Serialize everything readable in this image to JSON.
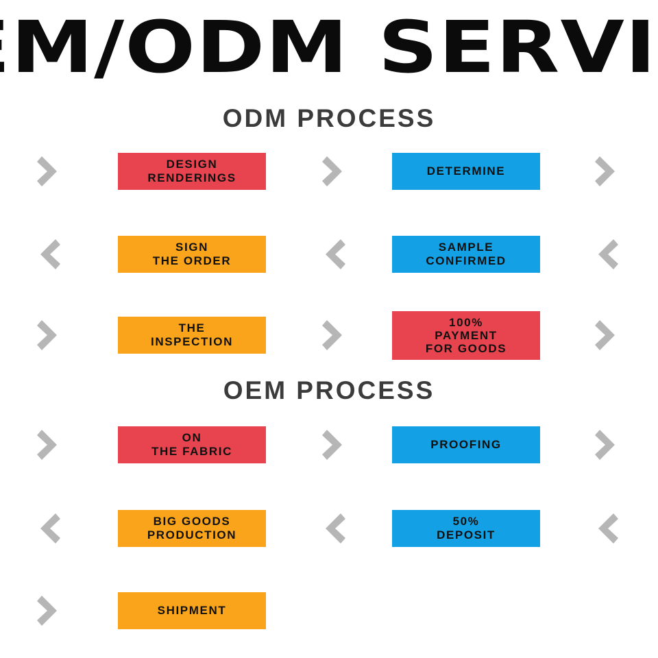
{
  "banner": {
    "title": "OEM/ODM SERVICE",
    "color": "#0b0b0b"
  },
  "palette": {
    "red": "#e8444f",
    "blue": "#13a0e4",
    "orange": "#f9a41b",
    "arrow_gray": "#b6b6b6",
    "heading_gray": "#3b3b3b",
    "background": "#ffffff",
    "box_text": "#101010"
  },
  "sections": [
    {
      "heading": "ODM PROCESS",
      "rows": [
        {
          "direction": "right",
          "arrow_1": "chevron-right-icon",
          "box_1": {
            "label": "DESIGN\nRENDERINGS",
            "color": "red"
          },
          "arrow_2": "chevron-right-icon",
          "box_2": {
            "label": "DETERMINE",
            "color": "blue"
          },
          "arrow_3": "chevron-right-icon"
        },
        {
          "direction": "left",
          "arrow_1": "chevron-left-icon",
          "box_1": {
            "label": "SIGN\nTHE ORDER",
            "color": "orange"
          },
          "arrow_2": "chevron-left-icon",
          "box_2": {
            "label": "SAMPLE\nCONFIRMED",
            "color": "blue"
          },
          "arrow_3": "chevron-left-icon"
        },
        {
          "direction": "right",
          "arrow_1": "chevron-right-icon",
          "box_1": {
            "label": "THE\nINSPECTION",
            "color": "orange"
          },
          "arrow_2": "chevron-right-icon",
          "box_2": {
            "label": "100%\nPAYMENT\nFOR GOODS",
            "color": "red"
          },
          "arrow_3": "chevron-right-icon"
        }
      ]
    },
    {
      "heading": "OEM PROCESS",
      "rows": [
        {
          "direction": "right",
          "arrow_1": "chevron-right-icon",
          "box_1": {
            "label": "ON\nTHE FABRIC",
            "color": "red"
          },
          "arrow_2": "chevron-right-icon",
          "box_2": {
            "label": "PROOFING",
            "color": "blue"
          },
          "arrow_3": "chevron-right-icon"
        },
        {
          "direction": "left",
          "arrow_1": "chevron-left-icon",
          "box_1": {
            "label": "BIG GOODS\nPRODUCTION",
            "color": "orange"
          },
          "arrow_2": "chevron-left-icon",
          "box_2": {
            "label": "50%\nDEPOSIT",
            "color": "blue"
          },
          "arrow_3": "chevron-left-icon"
        },
        {
          "direction": "right",
          "arrow_1": "chevron-right-icon",
          "box_1": {
            "label": "SHIPMENT",
            "color": "orange"
          },
          "arrow_2": null,
          "box_2": null,
          "arrow_3": null
        }
      ]
    }
  ]
}
